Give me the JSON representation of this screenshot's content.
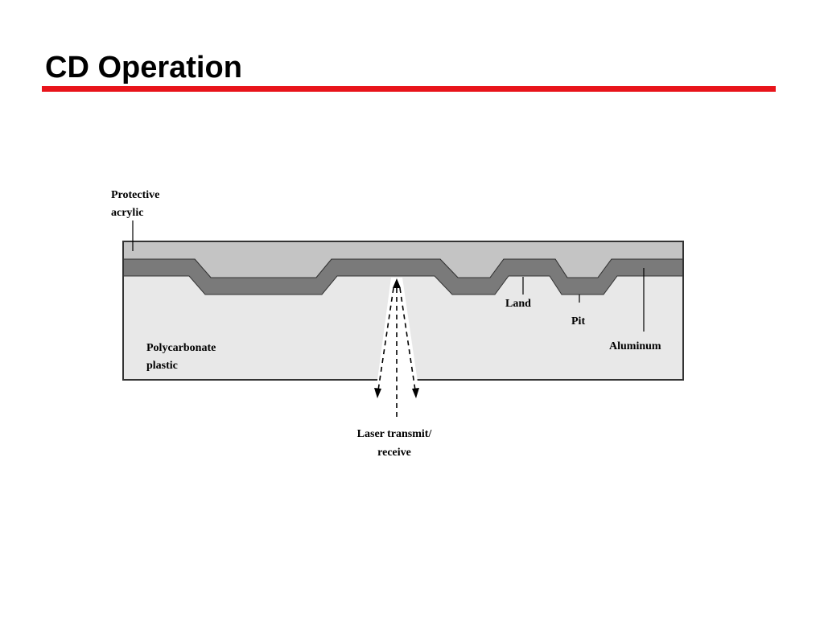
{
  "slide": {
    "title": "CD Operation",
    "accent_color": "#e8141b"
  },
  "diagram": {
    "labels": {
      "protective_acrylic": [
        "Protective",
        "acrylic"
      ],
      "polycarbonate_plastic": [
        "Polycarbonate",
        "plastic"
      ],
      "land": "Land",
      "pit": "Pit",
      "aluminum": "Aluminum",
      "laser": [
        "Laser transmit/",
        "receive"
      ]
    },
    "colors": {
      "acrylic_layer": "#c4c4c4",
      "aluminum_layer": "#7a7a7a",
      "polycarbonate_layer": "#e8e8e8",
      "outline": "#333333",
      "laser_beam": "#ffffff"
    }
  }
}
